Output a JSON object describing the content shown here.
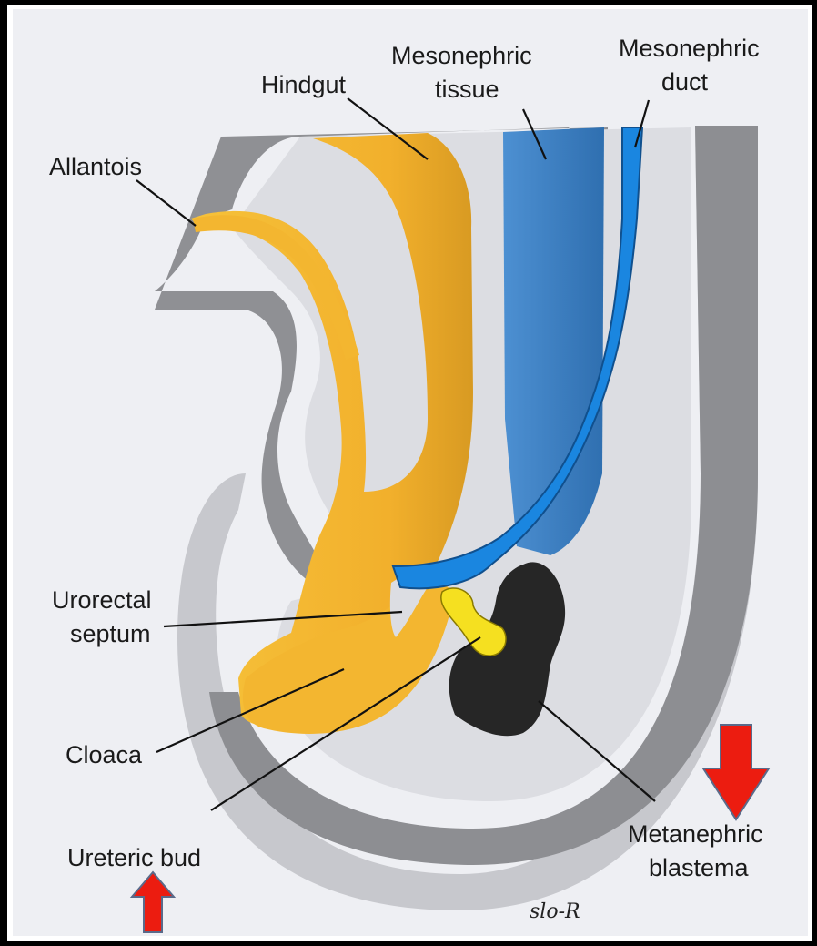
{
  "labels": {
    "hindgut": "Hindgut",
    "mesonephric_tissue_1": "Mesonephric",
    "mesonephric_tissue_2": "tissue",
    "mesonephric_duct_1": "Mesonephric",
    "mesonephric_duct_2": "duct",
    "allantois": "Allantois",
    "urorectal_septum_1": "Urorectal",
    "urorectal_septum_2": "septum",
    "cloaca": "Cloaca",
    "ureteric_bud": "Ureteric bud",
    "metanephric_blastema_1": "Metanephric",
    "metanephric_blastema_2": "blastema"
  },
  "signature": "slo-R",
  "colors": {
    "frame": "#000000",
    "page_bg": "#ecedf2",
    "outer_gray": "#8f9094",
    "light_gray": "#c9cacf",
    "pale": "#e4e5ea",
    "yellow": "#f3b630",
    "yellow_bright": "#f5e020",
    "blue_tissue": "#3f84c9",
    "blue_duct": "#1a86e0",
    "blastema": "#262626",
    "arrow": "#ec1c10",
    "arrow_outline": "#5a6a8a"
  },
  "icons": {
    "arrow_down": "red-down-arrow-icon",
    "arrow_up": "red-up-arrow-icon"
  }
}
